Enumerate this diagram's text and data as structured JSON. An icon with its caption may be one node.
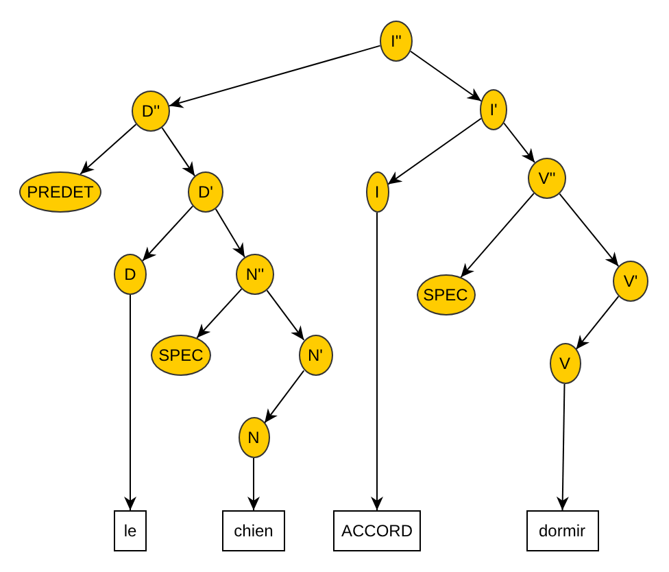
{
  "diagram": {
    "nodes": [
      {
        "text": [
          "I''"
        ]
      },
      {
        "text": [
          "D''"
        ]
      },
      {
        "text": [
          "I'"
        ]
      },
      {
        "text": [
          "PREDET"
        ]
      },
      {
        "text": [
          "D'"
        ]
      },
      {
        "text": [
          "I"
        ]
      },
      {
        "text": [
          "V''"
        ]
      },
      {
        "text": [
          "D"
        ]
      },
      {
        "text": [
          "N''"
        ]
      },
      {
        "text": [
          "SPEC"
        ]
      },
      {
        "text": [
          "V'"
        ]
      },
      {
        "text": [
          "SPEC"
        ]
      },
      {
        "text": [
          "N'"
        ]
      },
      {
        "text": [
          "V"
        ]
      },
      {
        "text": [
          "N"
        ]
      },
      {
        "text": [
          "le"
        ]
      },
      {
        "text": [
          "chien"
        ]
      },
      {
        "text": [
          "ACCORD"
        ]
      },
      {
        "text": [
          "dormir"
        ]
      }
    ],
    "edges": [
      {
        "from": 0,
        "to": 1,
        "arrow": "to"
      },
      {
        "from": 0,
        "to": 2,
        "arrow": "to"
      },
      {
        "from": 1,
        "to": 3,
        "arrow": "to"
      },
      {
        "from": 1,
        "to": 4,
        "arrow": "to"
      },
      {
        "from": 2,
        "to": 5,
        "arrow": "to"
      },
      {
        "from": 2,
        "to": 6,
        "arrow": "to"
      },
      {
        "from": 4,
        "to": 7,
        "arrow": "to"
      },
      {
        "from": 4,
        "to": 8,
        "arrow": "to"
      },
      {
        "from": 6,
        "to": 9,
        "arrow": "to"
      },
      {
        "from": 6,
        "to": 10,
        "arrow": "to"
      },
      {
        "from": 8,
        "to": 11,
        "arrow": "to"
      },
      {
        "from": 8,
        "to": 12,
        "arrow": "to"
      },
      {
        "from": 10,
        "to": 13,
        "arrow": "to"
      },
      {
        "from": 12,
        "to": 14,
        "arrow": "to"
      },
      {
        "from": 7,
        "to": 15,
        "arrow": "to"
      },
      {
        "from": 14,
        "to": 16,
        "arrow": "to"
      },
      {
        "from": 5,
        "to": 17,
        "arrow": "to"
      },
      {
        "from": 13,
        "to": 18,
        "arrow": "to"
      }
    ]
  }
}
